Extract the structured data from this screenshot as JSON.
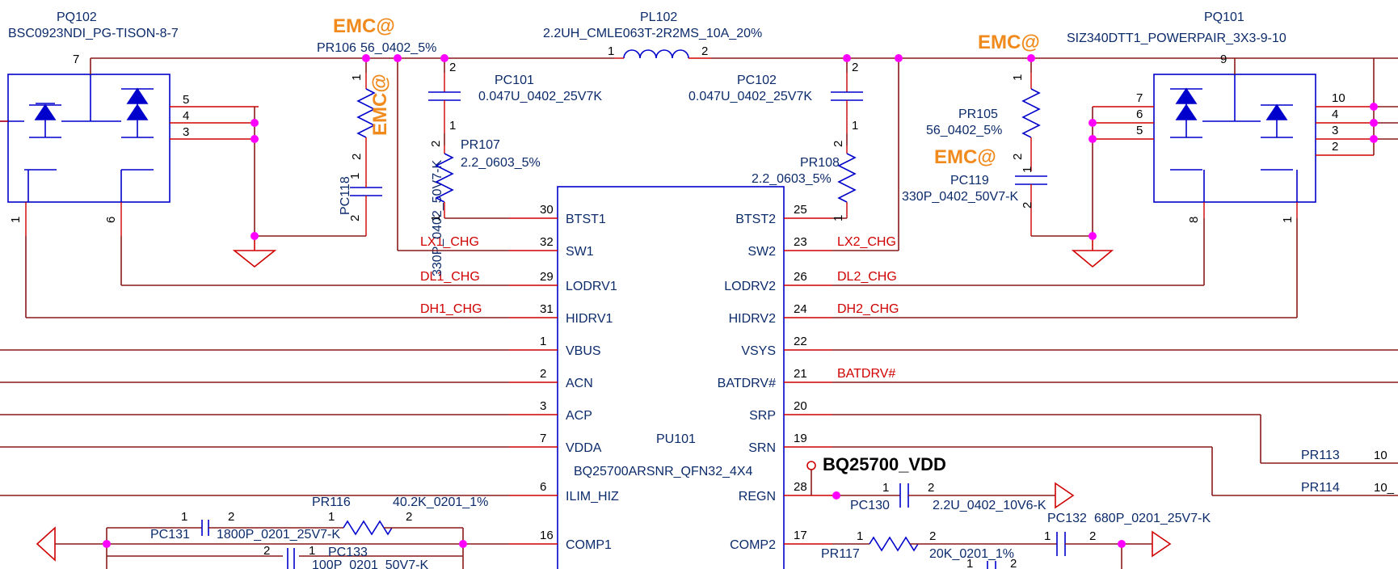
{
  "ic": {
    "ref": "PU101",
    "part": "BQ25700ARSNR_QFN32_4X4",
    "left_pins": [
      {
        "name": "BTST1",
        "num": "30",
        "net": ""
      },
      {
        "name": "SW1",
        "num": "32",
        "net": "LX1_CHG"
      },
      {
        "name": "LODRV1",
        "num": "29",
        "net": "DL1_CHG"
      },
      {
        "name": "HIDRV1",
        "num": "31",
        "net": "DH1_CHG"
      },
      {
        "name": "VBUS",
        "num": "1",
        "net": ""
      },
      {
        "name": "ACN",
        "num": "2",
        "net": ""
      },
      {
        "name": "ACP",
        "num": "3",
        "net": ""
      },
      {
        "name": "VDDA",
        "num": "7",
        "net": ""
      },
      {
        "name": "ILIM_HIZ",
        "num": "6",
        "net": ""
      },
      {
        "name": "COMP1",
        "num": "16",
        "net": ""
      }
    ],
    "right_pins": [
      {
        "name": "BTST2",
        "num": "25",
        "net": ""
      },
      {
        "name": "SW2",
        "num": "23",
        "net": "LX2_CHG"
      },
      {
        "name": "LODRV2",
        "num": "26",
        "net": "DL2_CHG"
      },
      {
        "name": "HIDRV2",
        "num": "24",
        "net": "DH2_CHG"
      },
      {
        "name": "VSYS",
        "num": "22",
        "net": ""
      },
      {
        "name": "BATDRV#",
        "num": "21",
        "net": "BATDRV#"
      },
      {
        "name": "SRP",
        "num": "20",
        "net": ""
      },
      {
        "name": "SRN",
        "num": "19",
        "net": ""
      },
      {
        "name": "REGN",
        "num": "28",
        "net": ""
      },
      {
        "name": "COMP2",
        "num": "17",
        "net": ""
      }
    ]
  },
  "components": {
    "pq102": {
      "ref": "PQ102",
      "part": "BSC0923NDI_PG-TISON-8-7",
      "pins": [
        "7",
        "5",
        "4",
        "3",
        "1",
        "6"
      ]
    },
    "pq101": {
      "ref": "PQ101",
      "part": "SIZ340DTT1_POWERPAIR_3X3-9-10",
      "pins": [
        "9",
        "7",
        "6",
        "5",
        "10",
        "4",
        "3",
        "2",
        "8",
        "1"
      ]
    },
    "pl102": {
      "ref": "PL102",
      "part": "2.2UH_CMLE063T-2R2MS_10A_20%",
      "pin1": "1",
      "pin2": "2"
    },
    "pr106": {
      "ref": "PR106",
      "value": "56_0402_5%",
      "pin1": "1",
      "pin2": "2"
    },
    "pc118": {
      "ref": "PC118",
      "value": "330P_0402_50V7-K",
      "pin1": "1",
      "pin2": "2"
    },
    "pc101": {
      "ref": "PC101",
      "value": "0.047U_0402_25V7K",
      "pin1": "1",
      "pin2": "2"
    },
    "pr107": {
      "ref": "PR107",
      "value": "2.2_0603_5%",
      "pin1": "1",
      "pin2": "2"
    },
    "pc102": {
      "ref": "PC102",
      "value": "0.047U_0402_25V7K",
      "pin1": "1",
      "pin2": "2"
    },
    "pr108": {
      "ref": "PR108",
      "value": "2.2_0603_5%",
      "pin1": "1",
      "pin2": "2"
    },
    "pr105": {
      "ref": "PR105",
      "value": "56_0402_5%",
      "pin1": "1",
      "pin2": "2"
    },
    "pc119": {
      "ref": "PC119",
      "value": "330P_0402_50V7-K",
      "pin1": "1",
      "pin2": "2"
    },
    "pr116": {
      "ref": "PR116",
      "value": "40.2K_0201_1%",
      "pin1": "1",
      "pin2": "2"
    },
    "pc131": {
      "ref": "PC131",
      "value": "1800P_0201_25V7-K",
      "pin1": "1",
      "pin2": "2"
    },
    "pc133": {
      "ref": "PC133",
      "value": "100P_0201_50V7-K",
      "pin1": "1",
      "pin2": "2"
    },
    "pc130": {
      "ref": "PC130",
      "value": "2.2U_0402_10V6-K",
      "pin1": "1",
      "pin2": "2"
    },
    "pc132": {
      "ref": "PC132",
      "value": "680P_0201_25V7-K",
      "pin1": "1",
      "pin2": "2"
    },
    "pr117": {
      "ref": "PR117",
      "value": "20K_0201_1%",
      "pin1": "1",
      "pin2": "2"
    },
    "pr113": {
      "ref": "PR113",
      "value": "10"
    },
    "pr114": {
      "ref": "PR114",
      "value": "10_"
    }
  },
  "annotations": {
    "emc": "EMC@",
    "vdd_net": "BQ25700_VDD",
    "extra_pin_1": "1",
    "extra_pin_2": "2"
  },
  "colors": {
    "wire": "#8b1a1a",
    "pin": "#d00000",
    "component": "#0000cc",
    "label": "#0c2b6b",
    "net_label": "#d00000",
    "junction": "#ff00ff",
    "emc": "#f08a1c"
  }
}
